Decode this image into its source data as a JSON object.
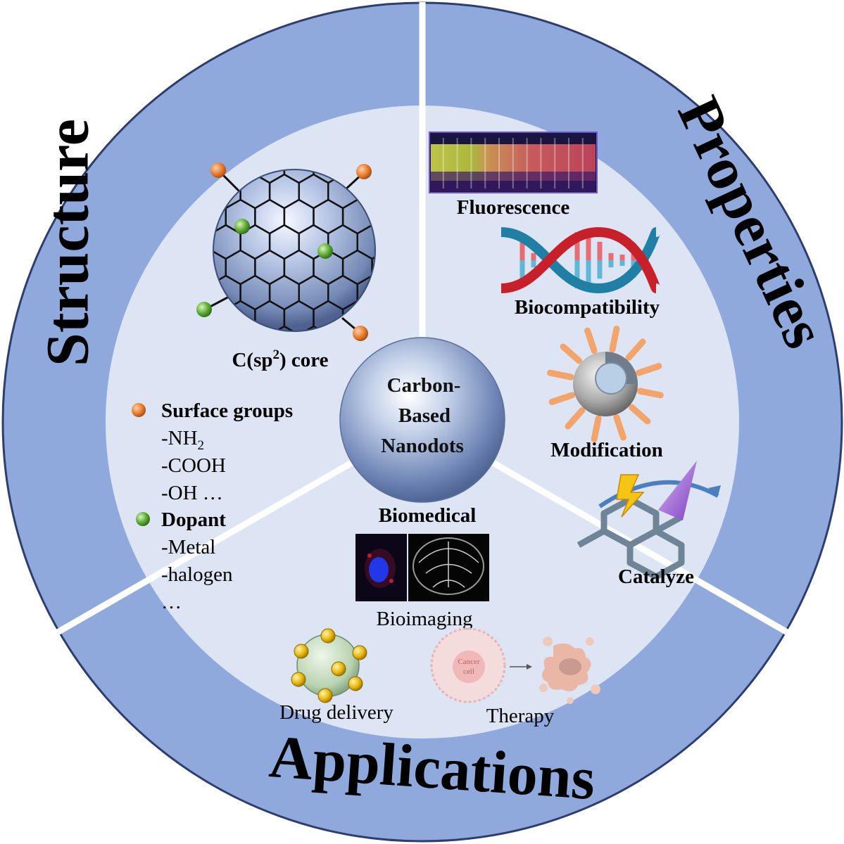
{
  "sectors": {
    "structure": "Structure",
    "properties": "Properties",
    "applications": "Applications"
  },
  "center": {
    "line1": "Carbon-",
    "line2": "Based",
    "line3": "Nanodots"
  },
  "structure": {
    "core_label_main": "C(sp",
    "core_label_sup": "2",
    "core_label_end": ") core",
    "legend": {
      "surface_title": "Surface groups",
      "surface_items": [
        "-NH",
        "-COOH",
        "-OH …"
      ],
      "nh_subscript": "2",
      "dopant_title": "Dopant",
      "dopant_items": [
        "-Metal",
        "-halogen",
        "…"
      ]
    }
  },
  "properties": {
    "fluorescence": "Fluorescence",
    "biocompatibility": "Biocompatibility",
    "modification": "Modification",
    "catalyze": "Catalyze"
  },
  "applications": {
    "biomedical": "Biomedical",
    "bioimaging": "Bioimaging",
    "drug_delivery": "Drug delivery",
    "therapy": "Therapy",
    "cancer_cell_line1": "Cancer",
    "cancer_cell_line2": "cell"
  },
  "colors": {
    "outer_ring": "#8fa9dc",
    "inner_disc": "#dde5f4",
    "border": "#2e3d6e",
    "sphere_core": "#6f86b6",
    "surface_group": "#e87b2c",
    "dopant": "#5aa832"
  }
}
